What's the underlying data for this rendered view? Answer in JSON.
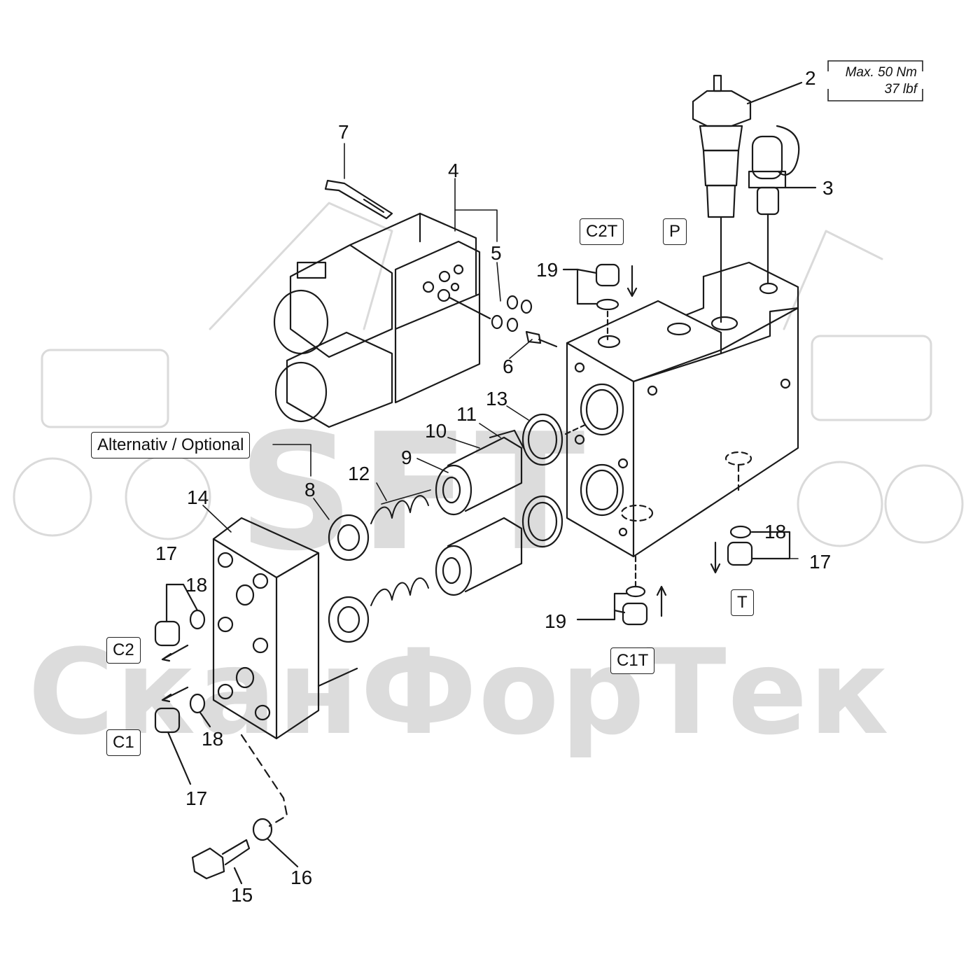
{
  "watermark": {
    "primary": "SFT",
    "secondary": "СканФорТек"
  },
  "torque_note": {
    "line1": "Max. 50 Nm",
    "line2": "37 lbf"
  },
  "port_labels": {
    "c2t": "C2T",
    "p": "P",
    "t": "T",
    "c1t": "C1T",
    "c2": "C2",
    "c1": "C1",
    "alternative": "Alternativ / Optional"
  },
  "callouts": {
    "n2": "2",
    "n3": "3",
    "n4": "4",
    "n5": "5",
    "n6": "6",
    "n7": "7",
    "n8": "8",
    "n9": "9",
    "n10": "10",
    "n11": "11",
    "n12": "12",
    "n13": "13",
    "n14": "14",
    "n15": "15",
    "n16": "16",
    "n17_left_top": "17",
    "n17_left_bottom": "17",
    "n17_right": "17",
    "n18_left_top": "18",
    "n18_left_bottom": "18",
    "n18_right": "18",
    "n19_top": "19",
    "n19_bottom": "19"
  },
  "colors": {
    "line": "#1a1a1a",
    "watermark": "#dcdcdc"
  }
}
